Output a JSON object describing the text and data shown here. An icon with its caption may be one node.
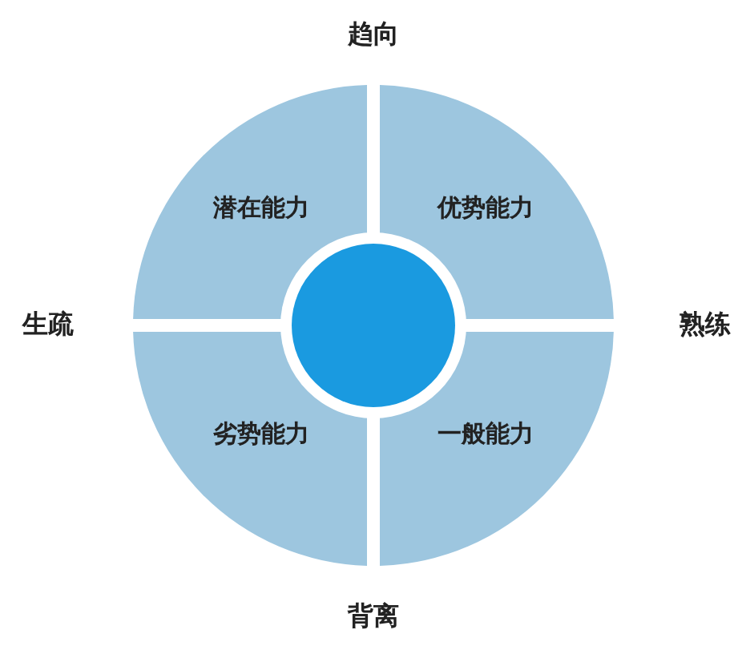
{
  "diagram": {
    "nodes": [
      {
        "text": [
          "潜在能力"
        ]
      },
      {
        "text": [
          "优势能力"
        ]
      },
      {
        "text": [],
        "shape": "circle"
      },
      {
        "text": [
          "劣势能力"
        ]
      },
      {
        "text": [
          "一般能力"
        ]
      }
    ],
    "labels": [
      "趋向",
      "生疏",
      "熟练",
      "背离"
    ]
  }
}
